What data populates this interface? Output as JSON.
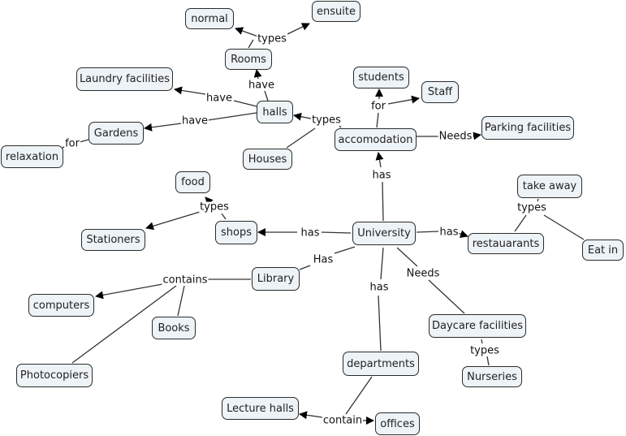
{
  "title": "University concept map",
  "nodes": {
    "normal": "normal",
    "ensuite": "ensuite",
    "rooms": "Rooms",
    "laundry": "Laundry facilities",
    "halls": "halls",
    "gardens": "Gardens",
    "relaxation": "relaxation",
    "houses": "Houses",
    "students": "students",
    "staff": "Staff",
    "accomodation": "accomodation",
    "parking": "Parking facilities",
    "food": "food",
    "stationers": "Stationers",
    "shops": "shops",
    "university": "University",
    "takeaway": "take away",
    "restaurants": "restauarants",
    "eatin": "Eat in",
    "library": "Library",
    "computers": "computers",
    "books": "Books",
    "photocopiers": "Photocopiers",
    "daycare": "Daycare facilities",
    "nurseries": "Nurseries",
    "departments": "departments",
    "lecturehalls": "Lecture halls",
    "offices": "offices"
  },
  "links": {
    "rooms_types": "types",
    "halls_have_rooms": "have",
    "halls_have_laundry": "have",
    "halls_have_gardens": "have",
    "gardens_for": "for",
    "accom_types": "types",
    "accom_for": "for",
    "accom_needs": "Needs",
    "univ_has_accom": "has",
    "shops_types": "types",
    "univ_has_shops": "has",
    "univ_has_restaurants": "has",
    "restaurants_types": "types",
    "univ_has_library": "Has",
    "library_contains": "contains",
    "univ_has_departments": "has",
    "univ_needs": "Needs",
    "daycare_types": "types",
    "departments_contain": "contain"
  }
}
